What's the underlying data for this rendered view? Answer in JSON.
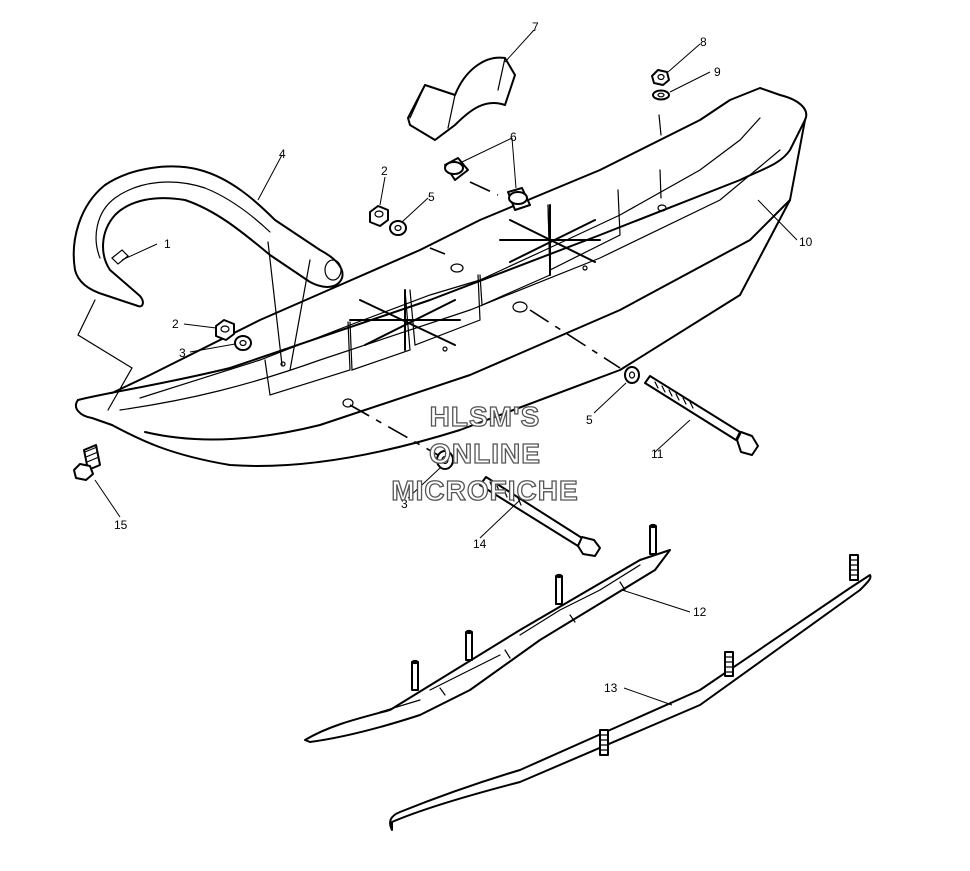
{
  "watermark": {
    "line1": "HLSM'S",
    "line2": "ONLINE",
    "line3": "MICROFICHE"
  },
  "callouts": {
    "c1": "1",
    "c2a": "2",
    "c2b": "2",
    "c3a": "3",
    "c3b": "3",
    "c4": "4",
    "c5a": "5",
    "c5b": "5",
    "c6": "6",
    "c7": "7",
    "c8": "8",
    "c9": "9",
    "c10": "10",
    "c11": "11",
    "c12": "12",
    "c13": "13",
    "c14": "14",
    "c15": "15"
  }
}
